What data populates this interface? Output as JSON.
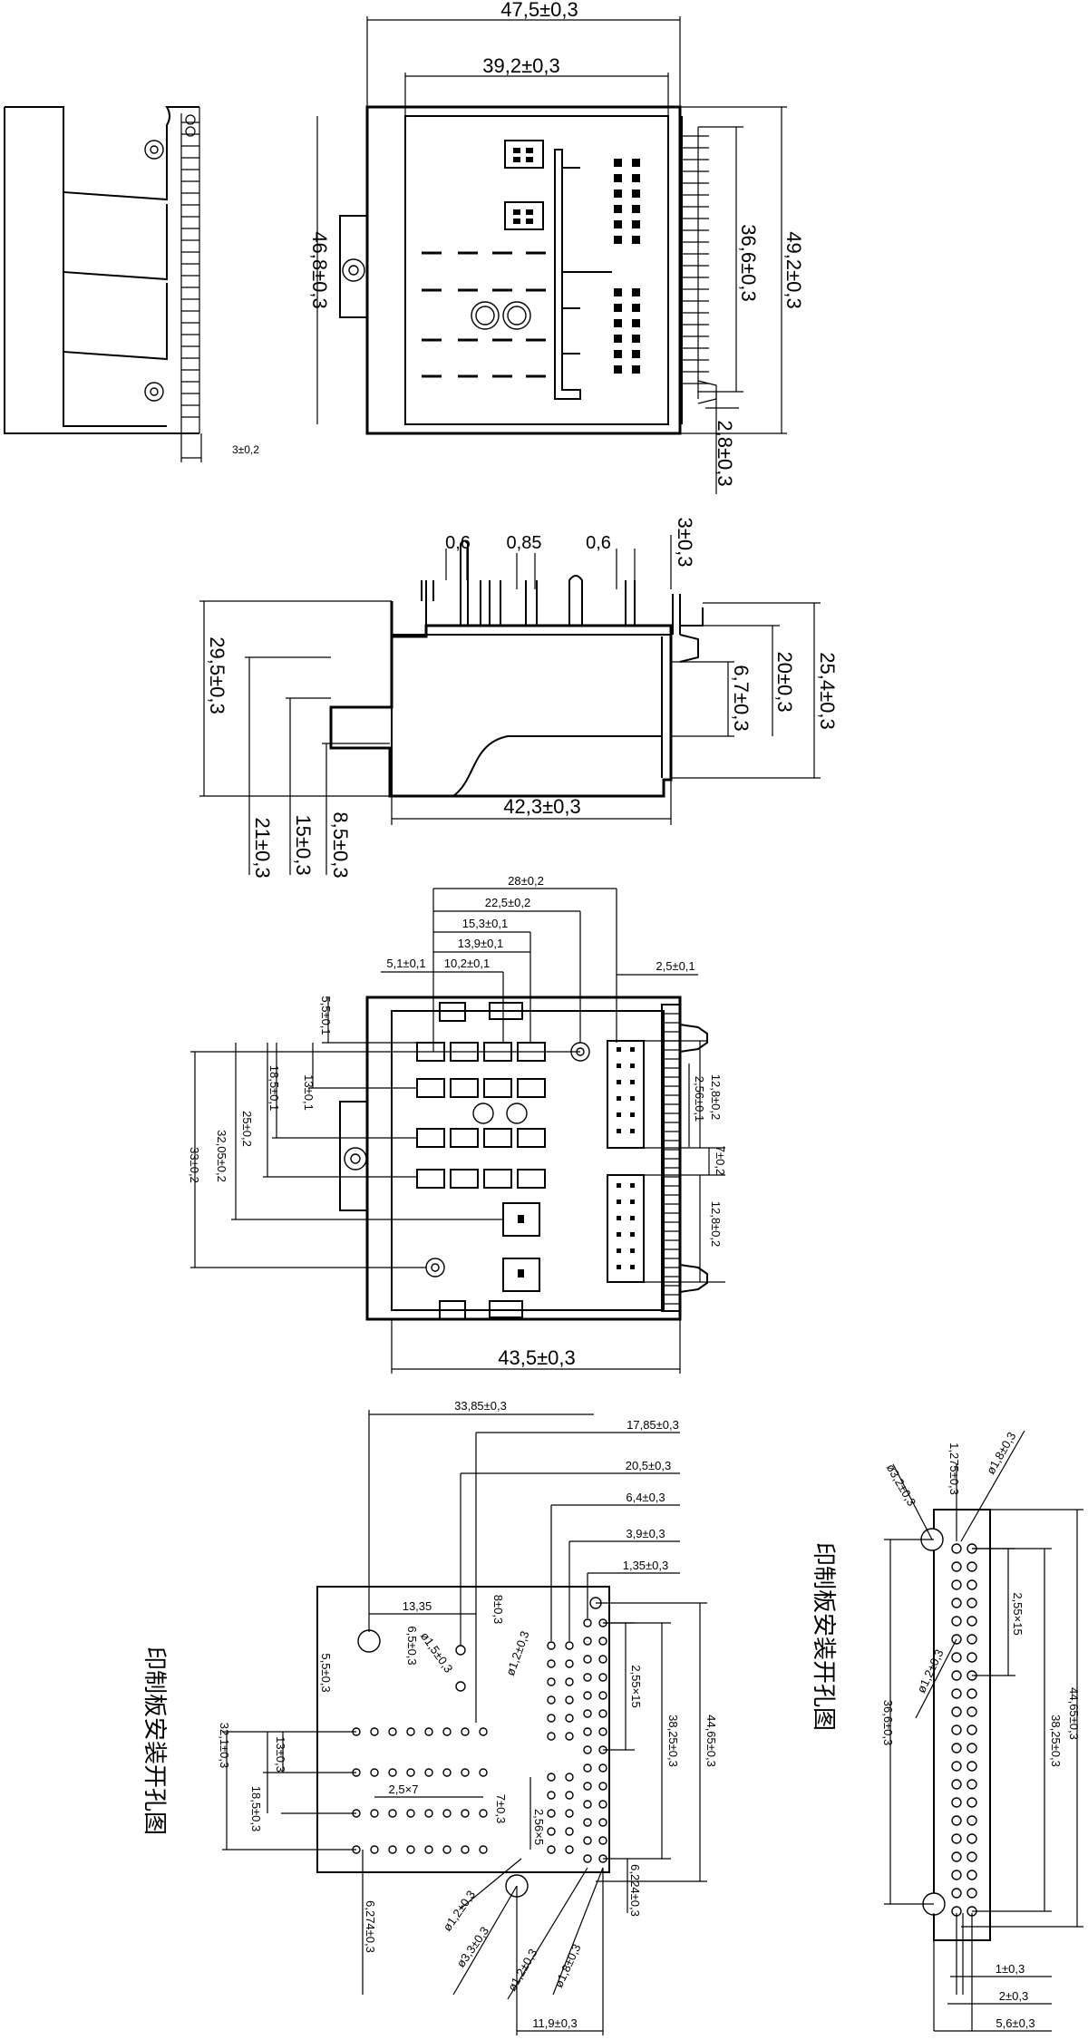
{
  "top_view": {
    "dims": {
      "overall_width": "47,5±0,3",
      "inner_width": "39,2±0,3",
      "height_left": "46,8±0,3",
      "pin_span": "36,6±0,3",
      "overall_height": "49,2±0,3",
      "pin_offset_small": "2,8±0,3",
      "pin_offset": "3±0,2"
    }
  },
  "side_view": {
    "dims": {
      "pin_width_a": "0,6",
      "pin_width_b": "0,85",
      "pin_width_c": "0,6",
      "top_offset": "3±0,3",
      "height_29": "29,5±0,3",
      "height_25": "25,4±0,3",
      "height_20": "20±0,3",
      "height_6": "6,7±0,3",
      "depth": "42,3±0,3",
      "step_21": "21±0,3",
      "step_15": "15±0,3",
      "step_8": "8,5±0,3"
    }
  },
  "front_view": {
    "dims": {
      "d28": "28±0,2",
      "d22": "22,5±0,2",
      "d15": "15,3±0,1",
      "d13_9": "13,9±0,1",
      "d10": "10,2±0,1",
      "d5_1": "5,1±0,1",
      "d2_5": "2,5±0,1",
      "d5_5": "5,5±0,1",
      "d13": "13±0,1",
      "d18": "18,5±0,1",
      "d25": "25±0,2",
      "d32": "32,05±0,2",
      "d33": "33±0,2",
      "d12_8a": "12,8±0,2",
      "d2_56": "2,56±0,1",
      "d7": "7±0,2",
      "d12_8b": "12,8±0,2",
      "width": "43,5±0,3"
    }
  },
  "pcb_layout_main": {
    "caption": "印制板安装开孔图",
    "dims": {
      "d33_85": "33,85±0,3",
      "d17_85": "17,85±0,3",
      "d20_5": "20,5±0,3",
      "d6_4": "6,4±0,3",
      "d3_9": "3,9±0,3",
      "d1_35": "1,35±0,3",
      "d13_35": "13,35",
      "d8": "8±0,3",
      "d1_5": "ø1,5±0,3",
      "d6_5": "6,5±0,3",
      "d1_2a": "ø1,2±0,3",
      "d5_5": "5,5±0,3",
      "d2_55x15": "2,55×15",
      "d38_25": "38,25±0,3",
      "d44_65": "44,65±0,3",
      "d32_1": "32,1±0,3",
      "d18_5": "18,5±0,3",
      "d13": "13±0,3",
      "d2_5x7": "2,5×7",
      "d7": "7±0,3",
      "d2_56x5": "2,56×5",
      "d1_2b": "ø1,2±0,3",
      "d3_3": "ø3,3±0,3",
      "d1_2c": "ø1,2±0,3",
      "d1_8": "ø1,8±0,3",
      "d6_274": "6,274±0,3",
      "d6_224": "6,224±0,3",
      "d11_9": "11,9±0,3"
    }
  },
  "pcb_layout_side": {
    "caption": "印制板安装开孔图",
    "dims": {
      "d3_2": "ø3,2±0,3",
      "d1_275": "1,275±0,3",
      "d1_8": "ø1,8±0,3",
      "d2_55x15": "2,55×15",
      "d36_6": "36,6±0,3",
      "d1_2": "ø1,2±0,3",
      "d38_25": "38,25±0,3",
      "d44_65": "44,65±0,3",
      "d1": "1±0,3",
      "d2": "2±0,3",
      "d5_6": "5,6±0,3"
    }
  }
}
